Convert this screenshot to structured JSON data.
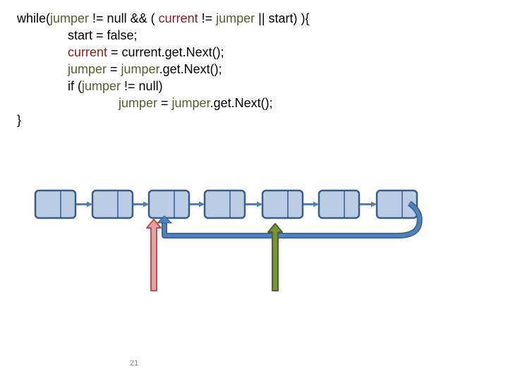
{
  "code": {
    "line1": {
      "a": "while(",
      "b": "jumper",
      "c": " != null && ( ",
      "d": "current",
      "e": " != ",
      "f": "jumper",
      "g": " || start) ){"
    },
    "line2": {
      "a": "start = false;"
    },
    "line3": {
      "a": "current",
      "b": " = current.get.Next();"
    },
    "line4": {
      "a": "jumper",
      "b": " = ",
      "c": "jumper",
      "d": ".get.Next();"
    },
    "line5": {
      "a": "if (",
      "b": "jumper",
      "c": " != null)"
    },
    "line6": {
      "a": "jumper",
      "b": " = ",
      "c": "jumper",
      "d": ".get.Next();"
    },
    "line7": {
      "a": "}"
    }
  },
  "diagram": {
    "node_count": 7,
    "colors": {
      "node_fill": "#b9cde5",
      "node_stroke": "#385d8a",
      "link_arrow": "#4f81bd",
      "loop": "#4f81bd",
      "current_pointer_fill": "#e6a0a0",
      "current_pointer_stroke": "#c0504d",
      "jumper_pointer_fill": "#77933c",
      "jumper_pointer_stroke": "#4f6228"
    },
    "loop_back_to_node": 2,
    "current_pointer_node": 2,
    "jumper_pointer_node": 4
  },
  "slide_number": "21"
}
